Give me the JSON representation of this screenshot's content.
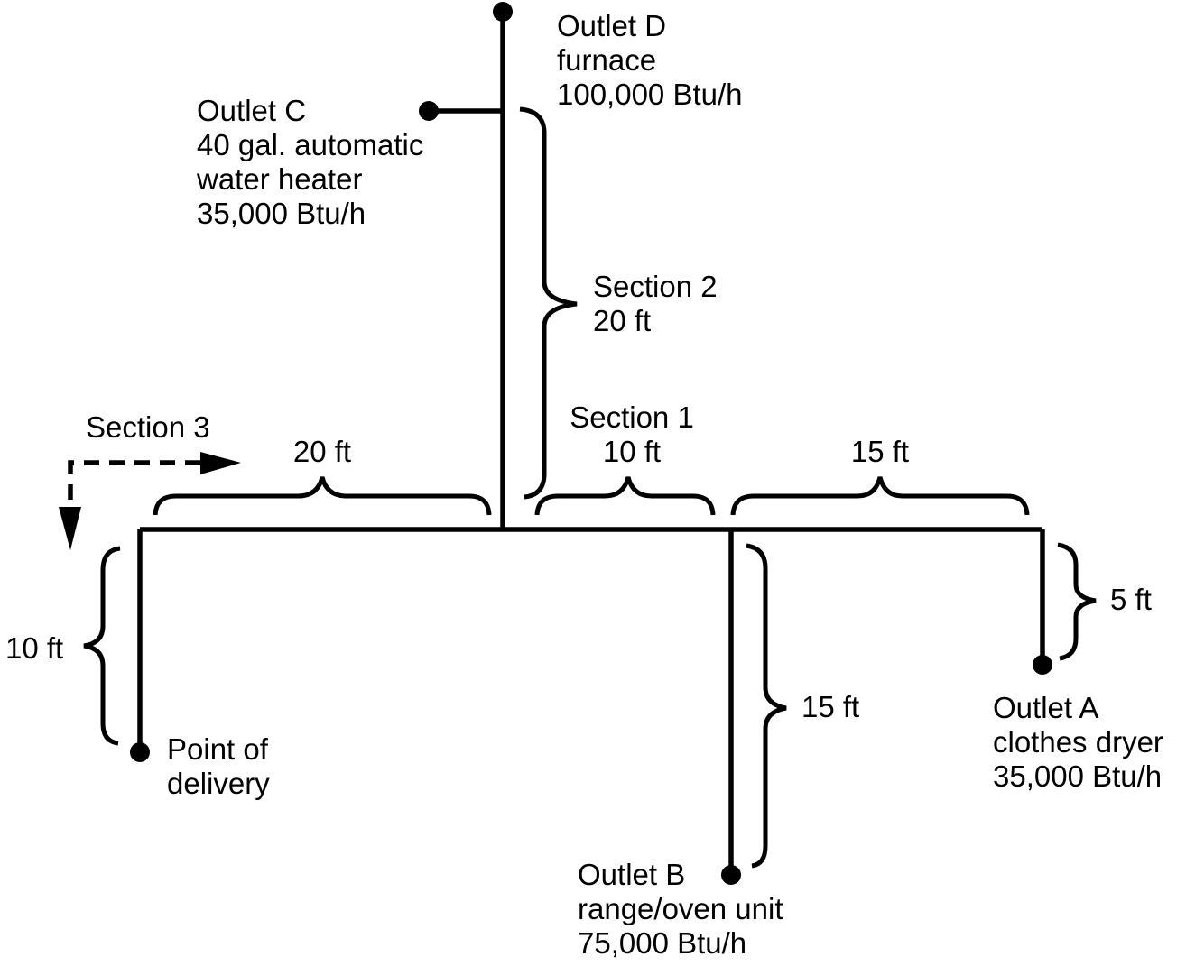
{
  "colors": {
    "line": "#000000",
    "background": "#ffffff"
  },
  "outlets": {
    "d": {
      "lines": [
        "Outlet D",
        "furnace",
        "100,000 Btu/h"
      ]
    },
    "c": {
      "lines": [
        "Outlet C",
        "40 gal. automatic",
        "water heater",
        "35,000 Btu/h"
      ]
    },
    "a": {
      "lines": [
        "Outlet A",
        "clothes dryer",
        "35,000 Btu/h"
      ]
    },
    "b": {
      "lines": [
        "Outlet B",
        "range/oven unit",
        "75,000 Btu/h"
      ]
    },
    "point_of_delivery": {
      "lines": [
        "Point of",
        "delivery"
      ]
    }
  },
  "sections": {
    "section_1": {
      "name": "Section 1",
      "length": "10 ft"
    },
    "section_2": {
      "name": "Section 2",
      "length": "20 ft"
    },
    "section_3": {
      "name": "Section 3"
    }
  },
  "measurements": {
    "run_20ft": "20 ft",
    "run_15ft_top": "15 ft",
    "riser_10ft_left": "10 ft",
    "riser_15ft_b": "15 ft",
    "drop_5ft_a": "5 ft"
  }
}
